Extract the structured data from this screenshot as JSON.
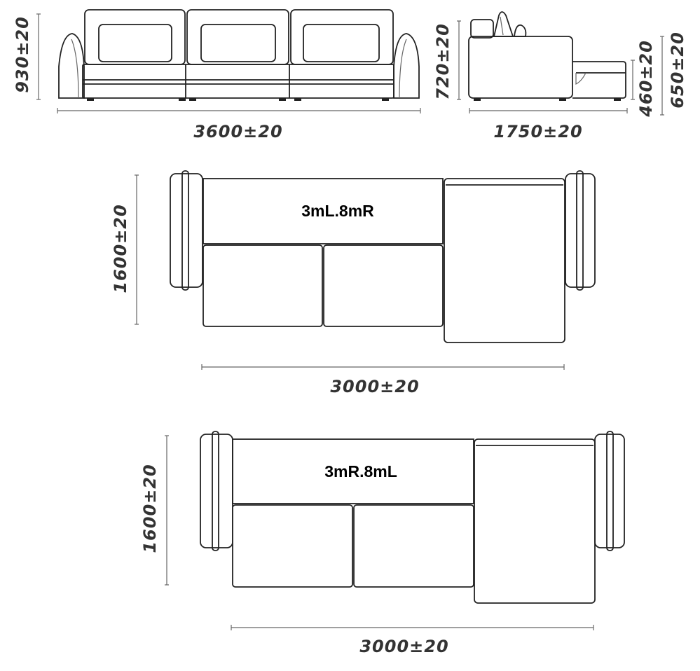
{
  "colors": {
    "line": "#222222",
    "dimension_text": "#333333",
    "label_text": "#000000",
    "background": "#ffffff"
  },
  "front_view": {
    "height": "930±20",
    "width": "3600±20"
  },
  "side_view": {
    "back_height": "720±20",
    "seat_height": "460±20",
    "chaise_height": "650±20",
    "depth": "1750±20"
  },
  "plan_left": {
    "label": "3mL.8mR",
    "depth": "1600±20",
    "width": "3000±20"
  },
  "plan_right": {
    "label": "3mR.8mL",
    "depth": "1600±20",
    "width": "3000±20"
  }
}
